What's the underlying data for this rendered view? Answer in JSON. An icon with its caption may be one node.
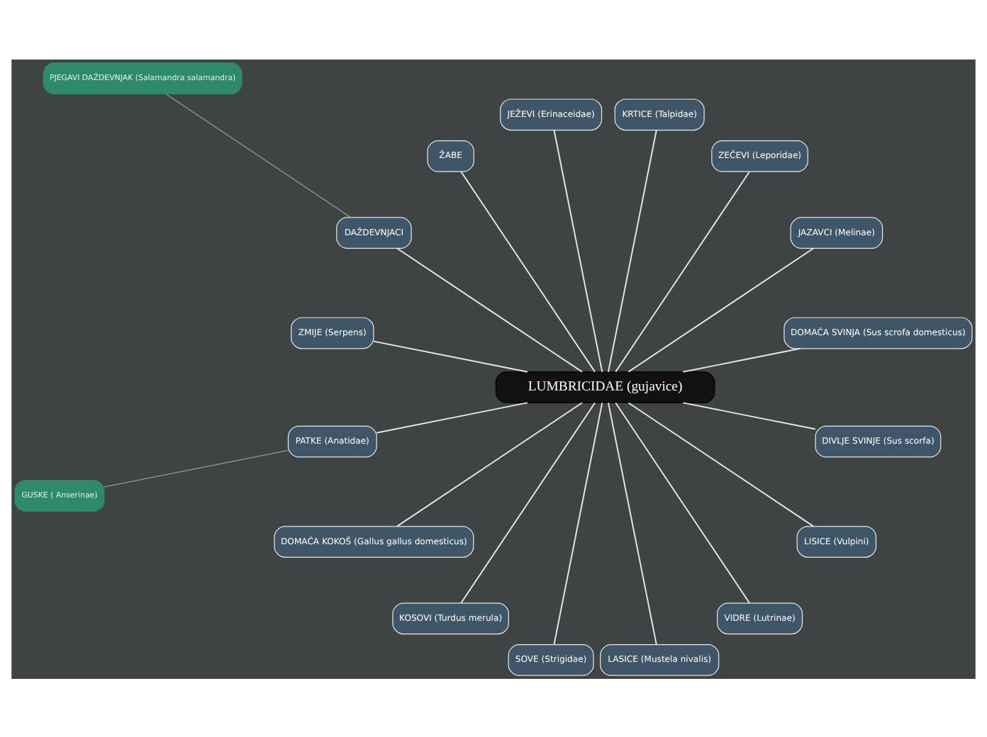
{
  "diagram": {
    "nodes": [
      {
        "text": [
          "LUMBRICIDAE (gujavice)"
        ]
      },
      {
        "text": [
          "DOMAĆA SVINJA (Sus scrofa domesticus)"
        ]
      },
      {
        "text": [
          "JAZAVCI (Melinae)"
        ]
      },
      {
        "text": [
          "ZEČEVI (Leporidae)"
        ]
      },
      {
        "text": [
          "KRTICE (Talpidae)"
        ]
      },
      {
        "text": [
          "JEŽEVI (Erinaceidae)"
        ]
      },
      {
        "text": [
          "ŽABE"
        ]
      },
      {
        "text": [
          "DAŽDEVNJACI"
        ]
      },
      {
        "text": [
          "PJEGAVI DAŽDEVNJAK (Salamandra salamandra)"
        ]
      },
      {
        "text": [
          "ZMIJE (Serpens)"
        ]
      },
      {
        "text": [
          "PATKE (Anatidae)"
        ]
      },
      {
        "text": [
          "GUSKE ( Anserinae)"
        ]
      },
      {
        "text": [
          "DOMAĆA KOKOŠ (Gallus gallus domesticus)"
        ]
      },
      {
        "text": [
          "KOSOVI (Turdus merula)"
        ]
      },
      {
        "text": [
          "SOVE (Strigidae)"
        ]
      },
      {
        "text": [
          "LASICE (Mustela nivalis)"
        ]
      },
      {
        "text": [
          "VIDRE (Lutrinae)"
        ]
      },
      {
        "text": [
          "LISICE (Vulpini)"
        ]
      },
      {
        "text": [
          "DIVLJE SVINJE (Sus scorfa)"
        ]
      }
    ],
    "edges": [
      {
        "from": 0,
        "to": 1,
        "arrow": "none"
      },
      {
        "from": 0,
        "to": 2,
        "arrow": "none"
      },
      {
        "from": 0,
        "to": 3,
        "arrow": "none"
      },
      {
        "from": 0,
        "to": 4,
        "arrow": "none"
      },
      {
        "from": 0,
        "to": 5,
        "arrow": "none"
      },
      {
        "from": 0,
        "to": 6,
        "arrow": "none"
      },
      {
        "from": 0,
        "to": 7,
        "arrow": "none"
      },
      {
        "from": 7,
        "to": 8,
        "arrow": "none",
        "color": "#9a9a9a"
      },
      {
        "from": 0,
        "to": 9,
        "arrow": "none"
      },
      {
        "from": 0,
        "to": 10,
        "arrow": "none"
      },
      {
        "from": 10,
        "to": 11,
        "arrow": "none",
        "color": "#9a9a9a"
      },
      {
        "from": 0,
        "to": 12,
        "arrow": "none"
      },
      {
        "from": 0,
        "to": 13,
        "arrow": "none"
      },
      {
        "from": 0,
        "to": 14,
        "arrow": "none"
      },
      {
        "from": 0,
        "to": 15,
        "arrow": "none"
      },
      {
        "from": 0,
        "to": 16,
        "arrow": "none"
      },
      {
        "from": 0,
        "to": 17,
        "arrow": "none"
      },
      {
        "from": 0,
        "to": 18,
        "arrow": "none"
      }
    ]
  }
}
